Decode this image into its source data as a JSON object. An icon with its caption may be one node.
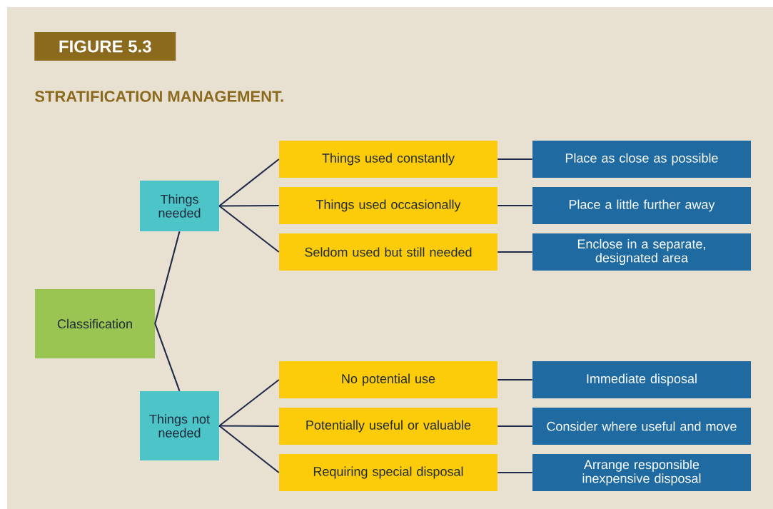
{
  "diagram": {
    "title": "STRATIFICATION MANAGEMENT.",
    "nodes": [
      {
        "text": [
          "Classification"
        ]
      },
      {
        "text": [
          "Things needed"
        ]
      },
      {
        "text": [
          "Things not needed"
        ]
      },
      {
        "text": [
          "Things used constantly"
        ]
      },
      {
        "text": [
          "Things used occasionally"
        ]
      },
      {
        "text": [
          "Seldom used but still needed"
        ]
      },
      {
        "text": [
          "No potential use"
        ]
      },
      {
        "text": [
          "Potentially useful or valuable"
        ]
      },
      {
        "text": [
          "Requiring special disposal"
        ]
      },
      {
        "text": [
          "Place as close as possible"
        ]
      },
      {
        "text": [
          "Place a little further away"
        ]
      },
      {
        "text": [
          "Enclose in a separate, designated area"
        ]
      },
      {
        "text": [
          "Immediate disposal"
        ]
      },
      {
        "text": [
          "Consider where useful and move"
        ]
      },
      {
        "text": [
          "Arrange responsible inexpensive disposal"
        ]
      }
    ],
    "edges": [
      {
        "from": 0,
        "to": 1,
        "arrow": "none"
      },
      {
        "from": 0,
        "to": 2,
        "arrow": "none"
      },
      {
        "from": 1,
        "to": 3,
        "arrow": "none"
      },
      {
        "from": 1,
        "to": 4,
        "arrow": "none"
      },
      {
        "from": 1,
        "to": 5,
        "arrow": "none"
      },
      {
        "from": 2,
        "to": 6,
        "arrow": "none"
      },
      {
        "from": 2,
        "to": 7,
        "arrow": "none"
      },
      {
        "from": 2,
        "to": 8,
        "arrow": "none"
      },
      {
        "from": 3,
        "to": 9,
        "arrow": "none"
      },
      {
        "from": 4,
        "to": 10,
        "arrow": "none"
      },
      {
        "from": 5,
        "to": 11,
        "arrow": "none"
      },
      {
        "from": 6,
        "to": 12,
        "arrow": "none"
      },
      {
        "from": 7,
        "to": 13,
        "arrow": "none"
      },
      {
        "from": 8,
        "to": 14,
        "arrow": "none"
      }
    ],
    "labels": [
      "FIGURE 5.3"
    ]
  }
}
